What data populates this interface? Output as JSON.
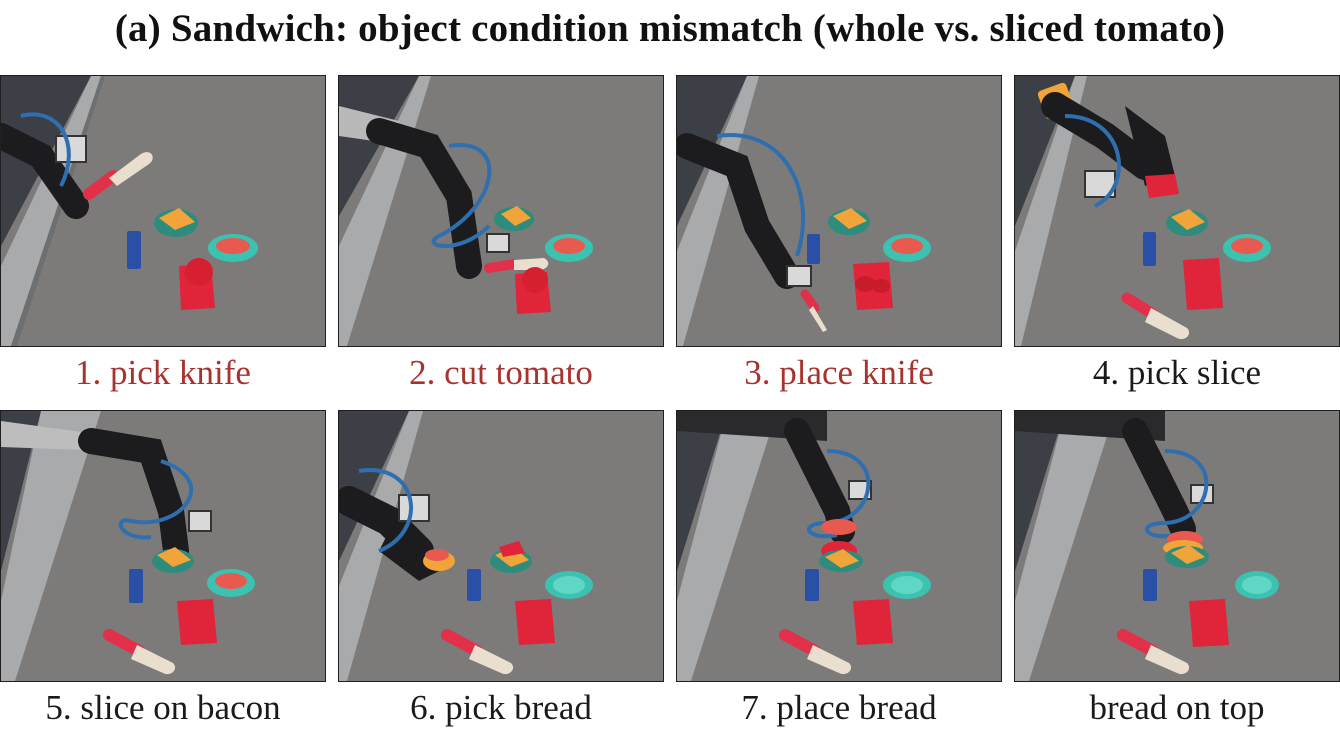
{
  "figure": {
    "title": "(a) Sandwich: object condition mismatch (whole vs. sliced tomato)"
  },
  "colors": {
    "caption_highlight": "#a8322e",
    "caption_default": "#1a1a1a",
    "table": "#7b7a79",
    "robot": "#1c1c1e",
    "cable": "#2f6fb0",
    "tomato": "#e0243a",
    "plate": "#3cc2b0",
    "knife_handle": "#e2304a",
    "blade": "#eadfcf",
    "bread": "#f0a43a",
    "block": "#2a4fa6"
  },
  "panels": [
    {
      "caption": "1. pick knife",
      "highlight": true,
      "image": "robot-picking-knife-photo"
    },
    {
      "caption": "2. cut tomato",
      "highlight": true,
      "image": "robot-cutting-tomato-photo"
    },
    {
      "caption": "3. place knife",
      "highlight": true,
      "image": "robot-placing-knife-photo"
    },
    {
      "caption": "4. pick slice",
      "highlight": false,
      "image": "robot-picking-slice-photo"
    },
    {
      "caption": "5. slice on bacon",
      "highlight": false,
      "image": "robot-placing-slice-on-bacon-photo"
    },
    {
      "caption": "6. pick bread",
      "highlight": false,
      "image": "robot-picking-bread-photo"
    },
    {
      "caption": "7. place bread",
      "highlight": false,
      "image": "robot-placing-bread-photo"
    },
    {
      "caption": "bread on top",
      "highlight": false,
      "image": "sandwich-complete-photo"
    }
  ]
}
